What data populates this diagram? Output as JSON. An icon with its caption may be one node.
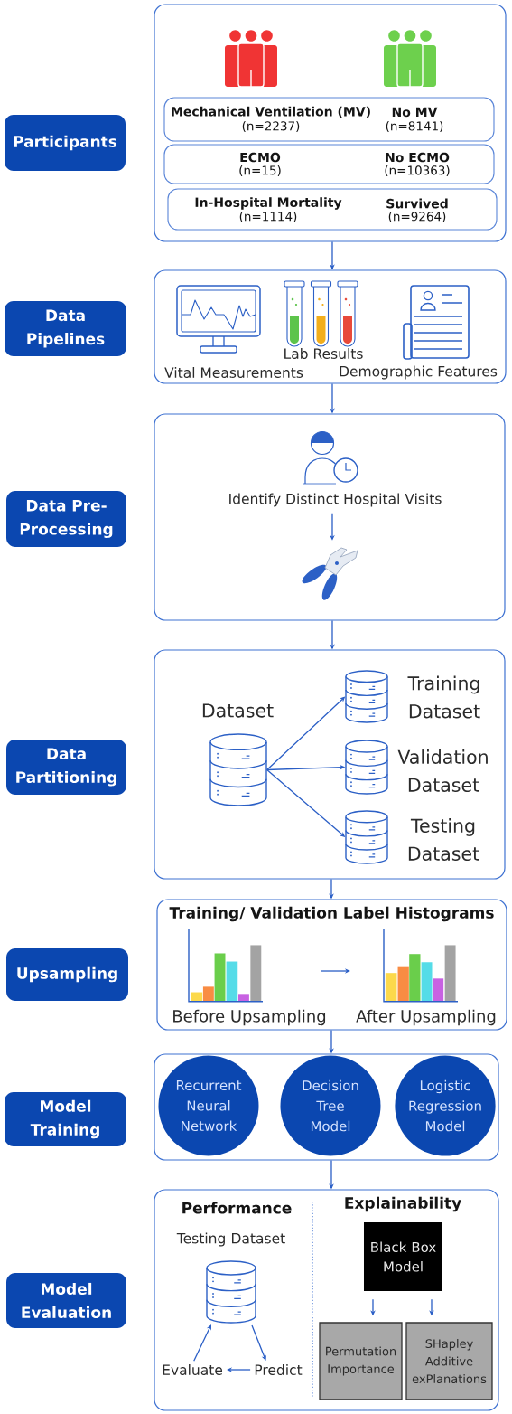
{
  "diagram": {
    "nodes": [
      {
        "text": [
          "Participants"
        ]
      },
      {
        "text": [],
        "shape": "box"
      },
      {
        "text": [
          "Mechanical Ventilation (MV)",
          "(n=2237)",
          "No MV",
          "(n=8141)"
        ],
        "in": 1
      },
      {
        "text": [
          "ECMO",
          "(n=15)",
          "No ECMO",
          "(n=10363)"
        ],
        "in": 1
      },
      {
        "text": [
          "In-Hospital Mortality",
          "(n=1114)",
          "Survived",
          "(n=9264)"
        ],
        "in": 1
      },
      {
        "text": [
          "Data Pipelines"
        ]
      },
      {
        "text": [
          "Lab Results",
          "Vital Measurements",
          "Demographic Features"
        ]
      },
      {
        "text": [
          "Data Pre-Processing"
        ]
      },
      {
        "text": [],
        "shape": "box"
      },
      {
        "text": [
          "Identify Distinct Hospital Visits"
        ],
        "in": 8
      },
      {
        "text": [],
        "shape": "picture",
        "in": 8
      },
      {
        "text": [
          "Data Partitioning"
        ]
      },
      {
        "text": [],
        "shape": "box"
      },
      {
        "text": [
          "Dataset"
        ],
        "in": 12
      },
      {
        "text": [
          "Training Dataset"
        ],
        "in": 12
      },
      {
        "text": [
          "Validation Dataset"
        ],
        "in": 12
      },
      {
        "text": [
          "Testing Dataset"
        ],
        "in": 12
      },
      {
        "text": [
          "Upsampling"
        ]
      },
      {
        "text": [
          "Training/ Validation Label Histograms"
        ]
      },
      {
        "text": [
          "Before Upsampling"
        ],
        "in": 18
      },
      {
        "text": [
          "After Upsampling"
        ],
        "in": 18
      },
      {
        "text": [
          "Model Training"
        ]
      },
      {
        "text": [],
        "shape": "box"
      },
      {
        "text": [
          "Recurrent Neural Network"
        ],
        "in": 22
      },
      {
        "text": [
          "Decision Tree Model"
        ],
        "in": 22
      },
      {
        "text": [
          "Logistic Regression Model"
        ],
        "in": 22
      },
      {
        "text": [
          "Model Evaluation"
        ]
      },
      {
        "text": [
          "Performance",
          "Explainability"
        ]
      },
      {
        "text": [
          "Testing Dataset"
        ],
        "in": 27
      },
      {
        "text": [
          "Evaluate"
        ],
        "in": 27
      },
      {
        "text": [
          "Predict"
        ],
        "in": 27
      },
      {
        "text": [
          "Black Box Model"
        ],
        "in": 27
      },
      {
        "text": [
          "Permutation Importance"
        ],
        "in": 27
      },
      {
        "text": [
          "SHapley Additive exPlanations"
        ],
        "in": 27
      }
    ],
    "edges": [
      {
        "from": 1,
        "to": 6,
        "arrow": "to"
      },
      {
        "from": 6,
        "to": 8,
        "arrow": "to"
      },
      {
        "from": 9,
        "to": 10,
        "arrow": "to"
      },
      {
        "from": 8,
        "to": 12,
        "arrow": "to"
      },
      {
        "from": 13,
        "to": 14,
        "arrow": "to"
      },
      {
        "from": 13,
        "to": 15,
        "arrow": "to"
      },
      {
        "from": 13,
        "to": 16,
        "arrow": "to"
      },
      {
        "from": 12,
        "to": 18,
        "arrow": "to"
      },
      {
        "from": 19,
        "to": 20,
        "arrow": "to"
      },
      {
        "from": 18,
        "to": 22,
        "arrow": "to"
      },
      {
        "from": 22,
        "to": 27,
        "arrow": "to"
      },
      {
        "from": 28,
        "to": 30,
        "arrow": "to"
      },
      {
        "from": 30,
        "to": 29,
        "arrow": "to"
      },
      {
        "from": 29,
        "to": 28,
        "arrow": "to"
      },
      {
        "from": 31,
        "to": 32,
        "arrow": "to"
      },
      {
        "from": 31,
        "to": 33,
        "arrow": "to"
      }
    ]
  }
}
